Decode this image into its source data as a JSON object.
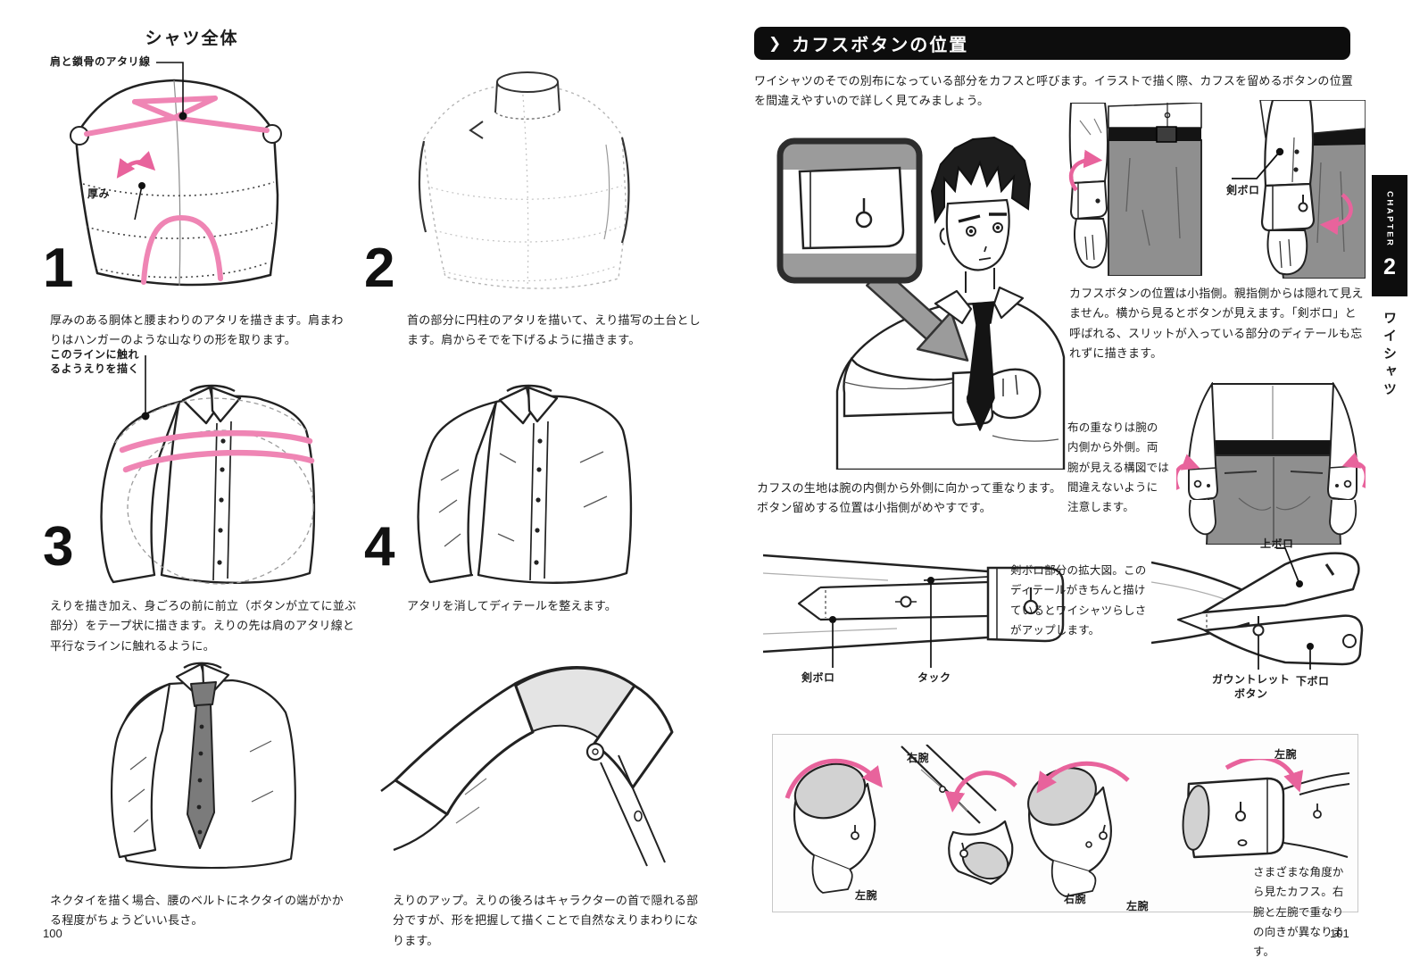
{
  "page_left": {
    "page_number": "100",
    "title": "シャツ全体",
    "labels": {
      "shoulder_guide": "肩と鎖骨のアタリ線",
      "thickness": "厚み",
      "collar_line": "このラインに触れ\nるようえりを描く"
    },
    "steps": [
      {
        "num": "1",
        "caption": "厚みのある胴体と腰まわりのアタリを描きます。肩まわりはハンガーのような山なりの形を取ります。"
      },
      {
        "num": "2",
        "caption": "首の部分に円柱のアタリを描いて、えり描写の土台とします。肩からそでを下げるように描きます。"
      },
      {
        "num": "3",
        "caption": "えりを描き加え、身ごろの前に前立（ボタンが立てに並ぶ部分）をテープ状に描きます。えりの先は肩のアタリ線と平行なラインに触れるように。"
      },
      {
        "num": "4",
        "caption": "アタリを消してディテールを整えます。"
      }
    ],
    "bottom_captions": {
      "necktie": "ネクタイを描く場合、腰のベルトにネクタイの端がかかる程度がちょうどいい長さ。",
      "collar": "えりのアップ。えりの後ろはキャラクターの首で隠れる部分ですが、形を把握して描くことで自然なえりまわりになります。"
    }
  },
  "page_right": {
    "page_number": "101",
    "header": {
      "chevron": "❯",
      "title": "カフスボタンの位置"
    },
    "intro": "ワイシャツのそでの別布になっている部分をカフスと呼びます。イラストで描く際、カフスを留めるボタンの位置を間違えやすいので詳しく見てみましょう。",
    "captions": {
      "main": "カフスの生地は腕の内側から外側に向かって重なります。ボタン留めする位置は小指側がめやすです。",
      "cuff_position": "カフスボタンの位置は小指側。親指側からは隠れて見えません。横から見るとボタンが見えます。「剣ボロ」と呼ばれる、スリットが入っている部分のディテールも忘れずに描きます。",
      "fabric_overlap": "布の重なりは腕の内側から外側。両腕が見える構図では間違えないように注意します。",
      "placket_diagram": "剣ボロ部分の拡大図。このディテールがきちんと描けているとワイシャツらしさがアップします。",
      "angles_box": "さまざまな角度から見たカフス。右腕と左腕で重なりの向きが異なります。"
    },
    "labels": {
      "kenboro_photo": "剣ボロ",
      "kenboro": "剣ボロ",
      "tack": "タック",
      "upper_boro": "上ボロ",
      "gauntlet_button": "ガウントレット\nボタン",
      "lower_boro": "下ボロ",
      "arm_right_1": "右腕",
      "arm_left_1": "左腕",
      "arm_right_2": "右腕",
      "arm_left_2": "左腕",
      "arm_left_3": "左腕"
    }
  },
  "sidebar": {
    "chapter_label": "CHAPTER",
    "chapter_number": "2",
    "chapter_title": "ワイシャツ"
  },
  "colors": {
    "accent_pink": "#e8639c",
    "guide_pink": "#ef85b4",
    "pants_gray": "#8f8f8f",
    "ink": "#1c1c1c"
  }
}
